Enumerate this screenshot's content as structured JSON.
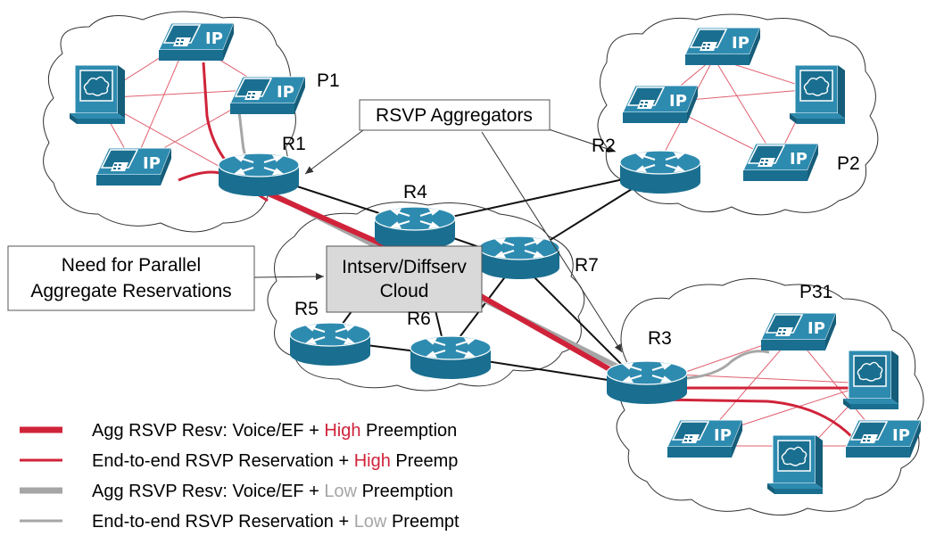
{
  "routers": {
    "r1": "R1",
    "r2": "R2",
    "r3": "R3",
    "r4": "R4",
    "r5": "R5",
    "r6": "R6",
    "r7": "R7"
  },
  "sites": {
    "p1": "P1",
    "p2": "P2",
    "p31": "P31"
  },
  "phone_label": "IP",
  "callouts": {
    "aggregators": "RSVP Aggregators",
    "parallel_line1": "Need for Parallel",
    "parallel_line2": "Aggregate Reservations",
    "core_line1": "Intserv/Diffserv",
    "core_line2": "Cloud"
  },
  "legend": [
    {
      "prefix": "Agg RSVP Resv: Voice/EF + ",
      "level": "High",
      "suffix": " Preemption",
      "color": "#d0233a",
      "style": "thick"
    },
    {
      "prefix": "End-to-end RSVP Reservation + ",
      "level": "High",
      "suffix": " Preemp",
      "color": "#d0233a",
      "style": "thin"
    },
    {
      "prefix": "Agg RSVP Resv: Voice/EF + ",
      "level": "Low",
      "suffix": " Preemption",
      "color": "#a6a6a6",
      "style": "thick"
    },
    {
      "prefix": "End-to-end RSVP Reservation + ",
      "level": "Low",
      "suffix": " Preempt",
      "color": "#a6a6a6",
      "style": "thin"
    }
  ],
  "colors": {
    "device": "#1f7ea1",
    "high": "#d0233a",
    "low": "#a6a6a6",
    "core_box": "#d9d9d9"
  }
}
